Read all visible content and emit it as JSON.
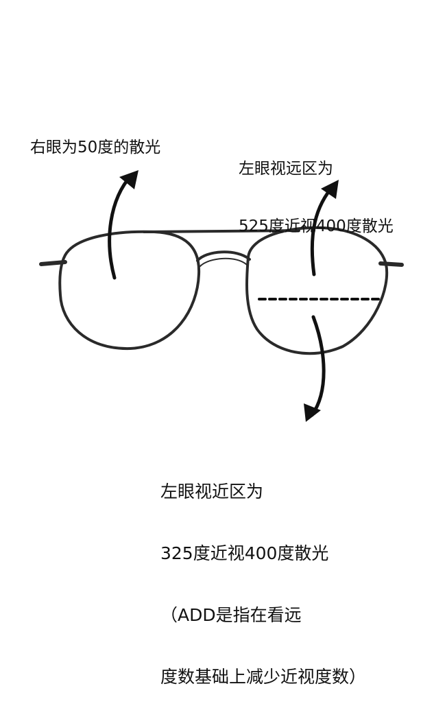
{
  "annotations": {
    "right_eye": [
      "右眼为50度的散光"
    ],
    "left_eye_distance": [
      "左眼视远区为",
      "525度近视400度散光"
    ],
    "left_eye_near": [
      "左眼视近区为",
      "325度近视400度散光",
      "（ADD是指在看远",
      "度数基础上减少近视度数）"
    ]
  },
  "colors": {
    "frame": "#2a2a2a",
    "text": "#111111",
    "background": "#ffffff"
  }
}
